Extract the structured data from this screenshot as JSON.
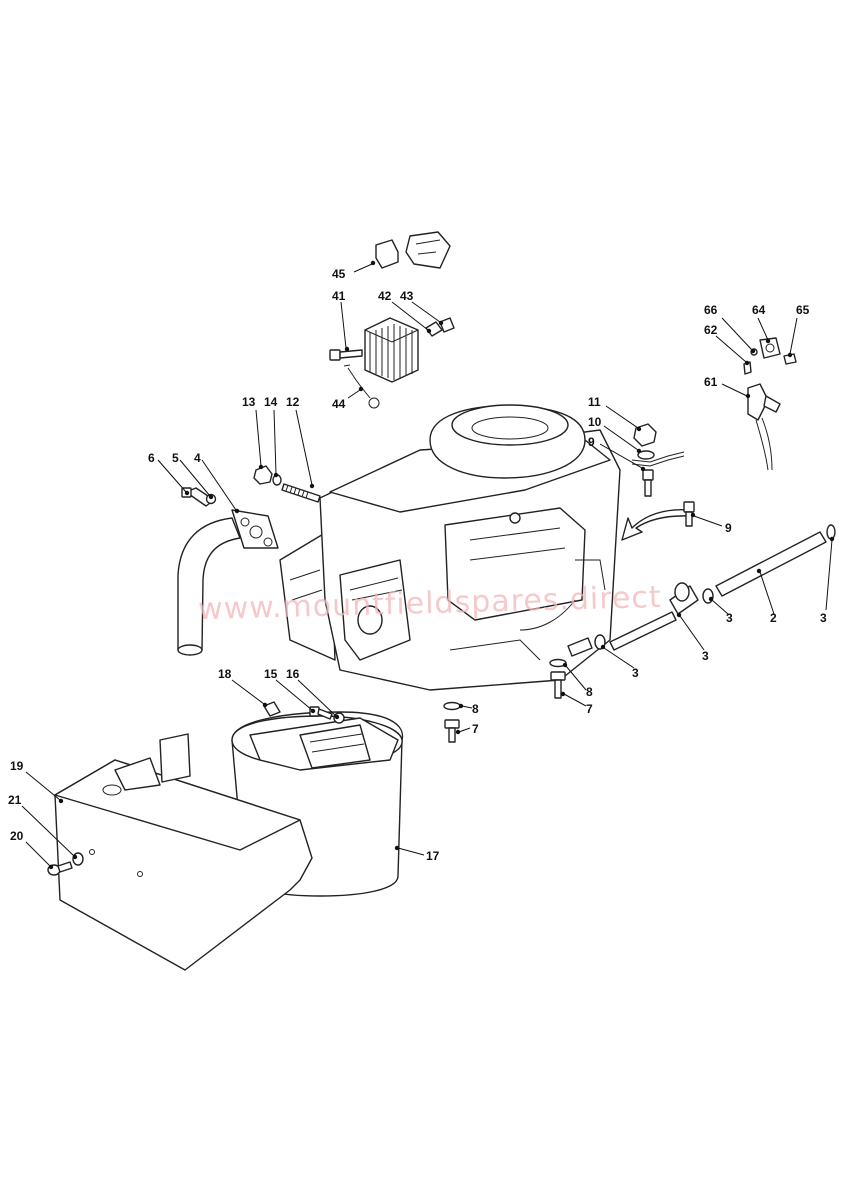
{
  "watermark": "www.mountfieldspares.direct",
  "labels": [
    {
      "id": "c45",
      "text": "45"
    },
    {
      "id": "c41",
      "text": "41"
    },
    {
      "id": "c42",
      "text": "42"
    },
    {
      "id": "c43",
      "text": "43"
    },
    {
      "id": "c44",
      "text": "44"
    },
    {
      "id": "c66",
      "text": "66"
    },
    {
      "id": "c64",
      "text": "64"
    },
    {
      "id": "c65",
      "text": "65"
    },
    {
      "id": "c62",
      "text": "62"
    },
    {
      "id": "c61",
      "text": "61"
    },
    {
      "id": "c13",
      "text": "13"
    },
    {
      "id": "c14",
      "text": "14"
    },
    {
      "id": "c12",
      "text": "12"
    },
    {
      "id": "c11",
      "text": "11"
    },
    {
      "id": "c10",
      "text": "10"
    },
    {
      "id": "c9a",
      "text": "9"
    },
    {
      "id": "c9b",
      "text": "9"
    },
    {
      "id": "c6",
      "text": "6"
    },
    {
      "id": "c5",
      "text": "5"
    },
    {
      "id": "c4",
      "text": "4"
    },
    {
      "id": "c3a",
      "text": "3"
    },
    {
      "id": "c2",
      "text": "2"
    },
    {
      "id": "c3b",
      "text": "3"
    },
    {
      "id": "c3c",
      "text": "3"
    },
    {
      "id": "c3d",
      "text": "3"
    },
    {
      "id": "c8a",
      "text": "8"
    },
    {
      "id": "c7a",
      "text": "7"
    },
    {
      "id": "c8b",
      "text": "8"
    },
    {
      "id": "c7b",
      "text": "7"
    },
    {
      "id": "c18",
      "text": "18"
    },
    {
      "id": "c15",
      "text": "15"
    },
    {
      "id": "c16",
      "text": "16"
    },
    {
      "id": "c19",
      "text": "19"
    },
    {
      "id": "c21",
      "text": "21"
    },
    {
      "id": "c20",
      "text": "20"
    },
    {
      "id": "c17",
      "text": "17"
    }
  ]
}
